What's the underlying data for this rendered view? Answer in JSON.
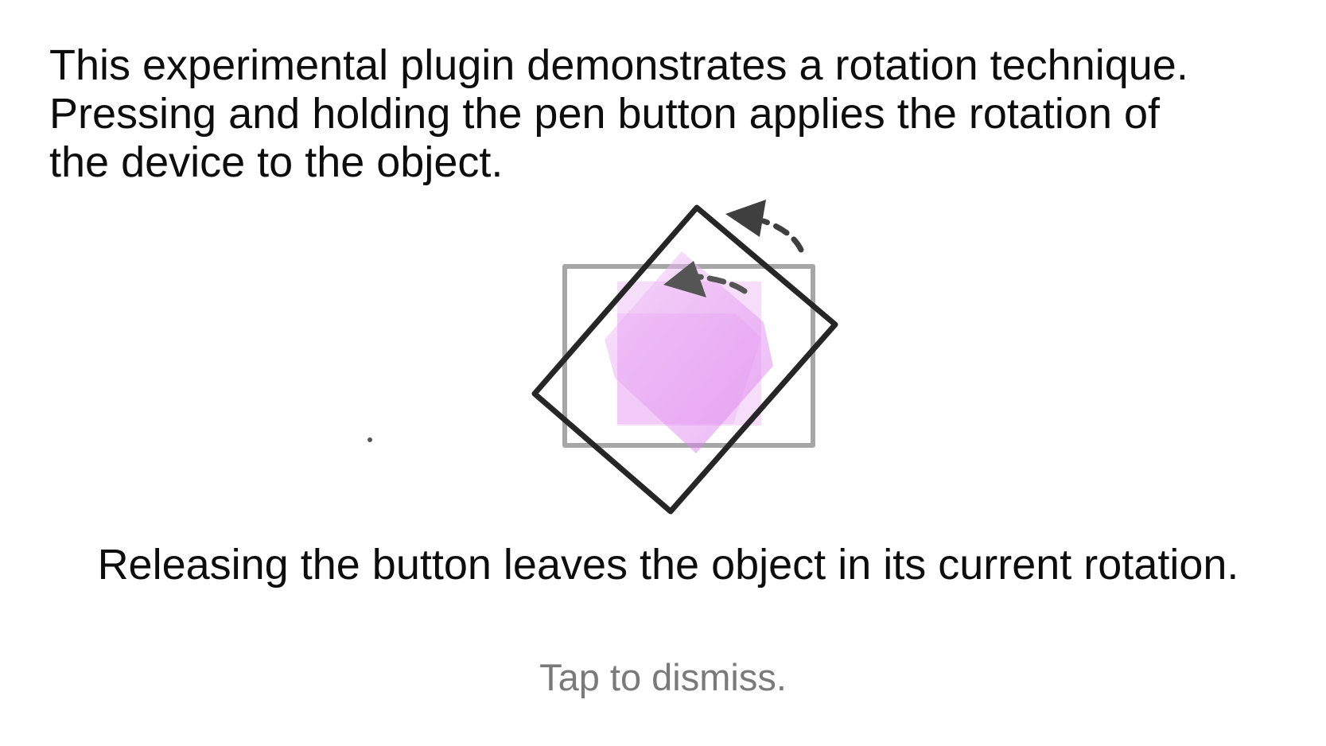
{
  "overlay": {
    "intro_lines": [
      "This experimental plugin demonstrates a rotation technique.",
      "Pressing and holding the pen button applies the rotation of",
      "the device to the object."
    ],
    "release_text": "Releasing the button leaves the object in its current rotation.",
    "dismiss_text": "Tap to dismiss."
  },
  "illustration": {
    "device_rotation_degrees": 43,
    "object_rotation_degrees": 43,
    "colors": {
      "device_outline_original": "#a6a6a6",
      "device_outline_rotated": "#262626",
      "object_fill": "#e28ef0",
      "arrow": "#555555"
    }
  }
}
